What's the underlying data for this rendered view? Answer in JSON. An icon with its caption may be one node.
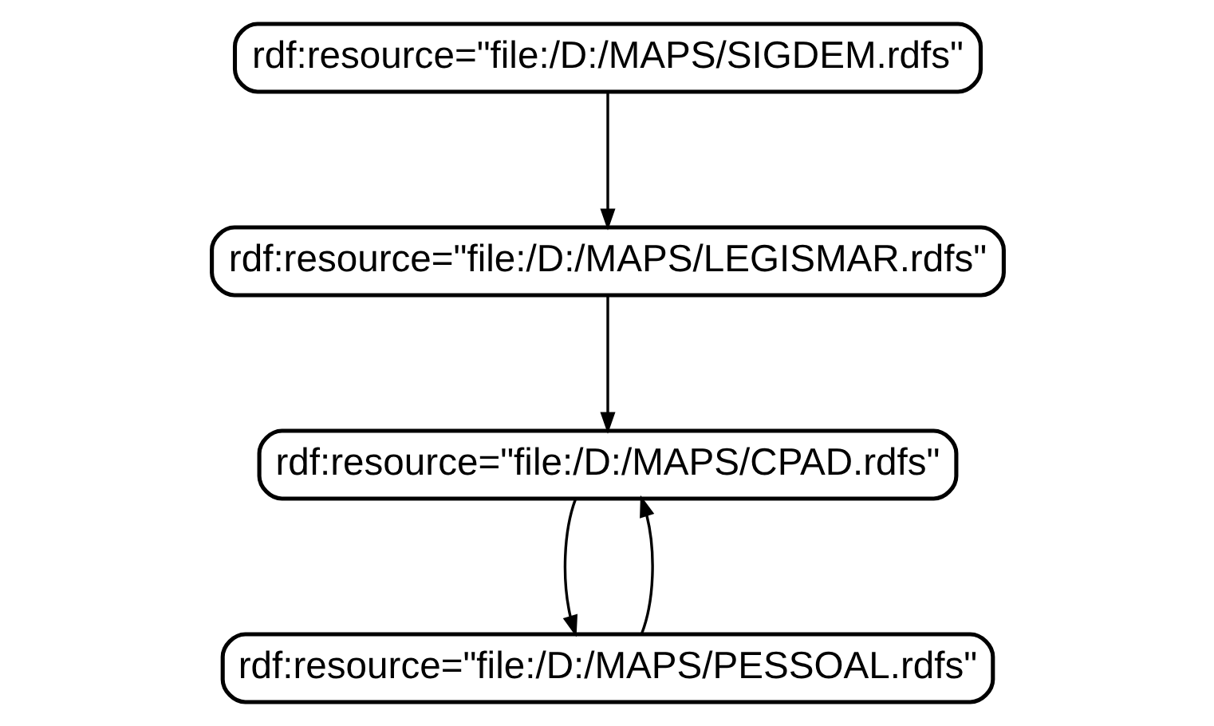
{
  "diagram": {
    "nodes": [
      {
        "text": [
          "rdf:resource=\"file:/D:/MAPS/CPAD.rdfs\""
        ]
      },
      {
        "text": [
          "rdf:resource=\"file:/D:/MAPS/PESSOAL.rdfs\""
        ]
      },
      {
        "text": [
          "rdf:resource=\"file:/D:/MAPS/LEGISMAR.rdfs\""
        ]
      },
      {
        "text": [
          "rdf:resource=\"file:/D:/MAPS/SIGDEM.rdfs\""
        ]
      }
    ],
    "edges": [
      {
        "from": 1,
        "to": 0,
        "arrow": "to"
      },
      {
        "from": 0,
        "to": 1,
        "arrow": "to"
      },
      {
        "from": 2,
        "to": 0,
        "arrow": "to"
      },
      {
        "from": 3,
        "to": 2,
        "arrow": "to"
      }
    ]
  }
}
